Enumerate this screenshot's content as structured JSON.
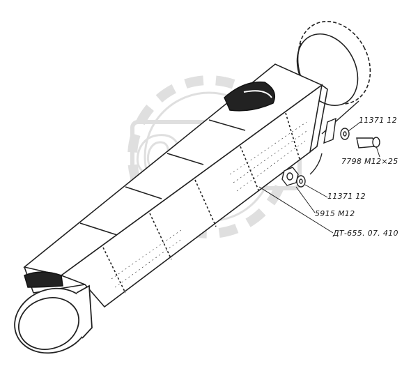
{
  "watermark": {
    "text": "ОРЕХ",
    "icon": "gear-icon"
  },
  "callouts": [
    {
      "id": "washer-top",
      "text": "11371 12"
    },
    {
      "id": "bolt",
      "text": "7798 M12×25"
    },
    {
      "id": "washer-bottom",
      "text": "11371 12"
    },
    {
      "id": "nut",
      "text": "5915 M12"
    },
    {
      "id": "housing",
      "text": "ДТ-655. 07. 410"
    }
  ]
}
